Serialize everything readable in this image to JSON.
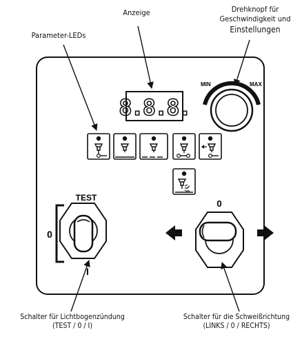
{
  "labels": {
    "display": "Anzeige",
    "knob_line1": "Drehknopf für",
    "knob_line2": "Geschwindigkeit und",
    "knob_line3": "Einstellungen",
    "leds": "Parameter-LEDs",
    "switch_left_line1": "Schalter für Lichtbogenzündung",
    "switch_left_line2": "(TEST / 0 / I)",
    "switch_right_line1": "Schalter für die Schweißrichtung",
    "switch_right_line2": "(LINKS / 0 / RECHTS)"
  },
  "panel": {
    "display_value": "8.8.8.",
    "knob_min": "MIN",
    "knob_max": "MAX",
    "test_label": "TEST",
    "left_top_mark": "",
    "left_mid_mark": "0",
    "left_bottom_mark": "I",
    "right_top_mark": "0"
  },
  "icons": [
    "torch-down-icon",
    "torch-icon",
    "torch-sequence-icon",
    "torch-weld-icon",
    "torch-wire-feed-icon",
    "torch-spark-icon"
  ]
}
